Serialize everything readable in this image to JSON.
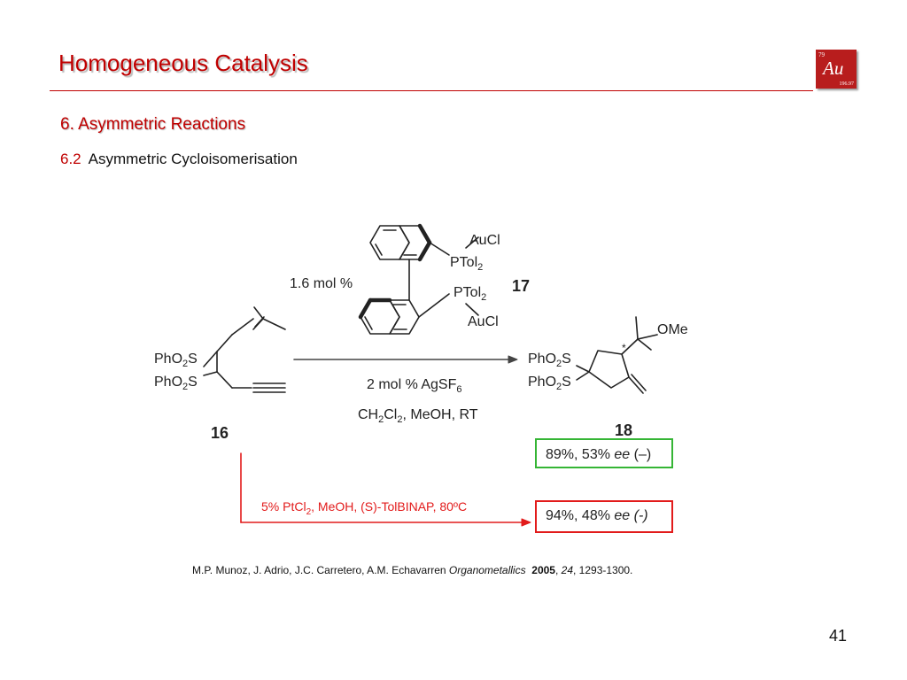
{
  "slide": {
    "title": "Homogeneous Catalysis",
    "logo": {
      "atomic_number": "79",
      "symbol": "Au",
      "atomic_mass": "196.97"
    },
    "section": "6. Asymmetric Reactions",
    "subsection_number": "6.2",
    "subsection_title": "Asymmetric Cycloisomerisation",
    "page_number": "41"
  },
  "scheme": {
    "catalyst_loading": "1.6 mol %",
    "catalyst_number": "17",
    "catalyst_labels": {
      "aucl_top": "AuCl",
      "ptol_top_text": "PTol",
      "ptol_top_sub": "2",
      "ptol_bottom_text": "PTol",
      "ptol_bottom_sub": "2",
      "aucl_bottom": "AuCl"
    },
    "reactant": {
      "number": "16",
      "group1_a": "PhO",
      "group1_sub": "2",
      "group1_b": "S",
      "group2_a": "PhO",
      "group2_sub": "2",
      "group2_b": "S"
    },
    "product": {
      "number": "18",
      "group1_a": "PhO",
      "group1_sub": "2",
      "group1_b": "S",
      "group2_a": "PhO",
      "group2_sub": "2",
      "group2_b": "S",
      "ome": "OMe",
      "stereo_mark": "*"
    },
    "conditions": {
      "agsf_a": "2 mol % AgSF",
      "agsf_sub": "6",
      "solvent_a": "CH",
      "solvent_sub1": "2",
      "solvent_b": "Cl",
      "solvent_sub2": "2",
      "solvent_c": ", MeOH, RT"
    },
    "result_gold": {
      "text": "89%, 53% ",
      "ee": "ee",
      "sign": " (–)"
    },
    "alt_conditions": {
      "a": "5% PtCl",
      "sub": "2",
      "b": ", MeOH, (S)-TolBINAP, 80ºC"
    },
    "result_pt": {
      "text": "94%, 48% ",
      "ee_sign": "ee (-)"
    },
    "colors": {
      "gold_box": "#35b535",
      "pt_box": "#e21b1b",
      "title": "#c00000"
    }
  },
  "reference": {
    "authors": "M.P. Munoz, J. Adrio, J.C. Carretero, A.M. Echavarren ",
    "journal": "Organometallics",
    "year": "2005",
    "sep1": ", ",
    "volume": "24",
    "pages": ", 1293-1300."
  }
}
